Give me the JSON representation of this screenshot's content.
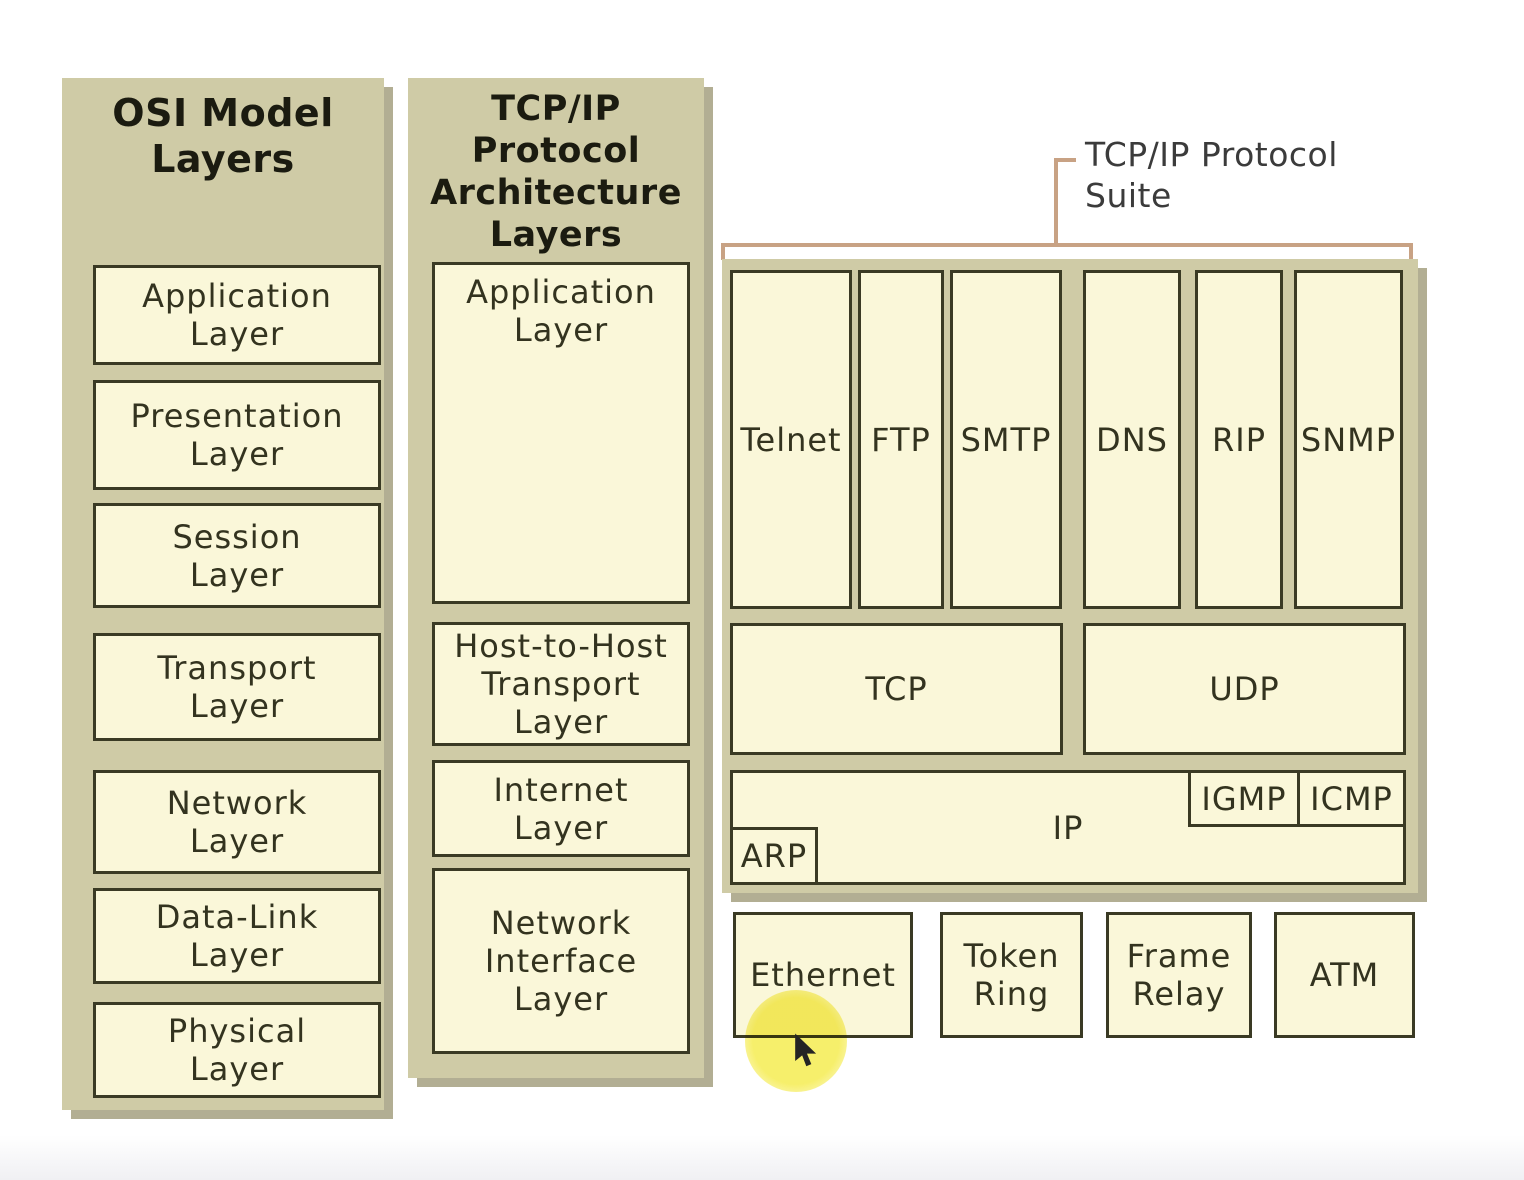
{
  "colors": {
    "panel_khaki": "#cfcba6",
    "box_fill": "#faf7d9",
    "box_border": "#3a3a24",
    "panel_shadow": "#b2ae93",
    "bracket_tan": "#c8a284",
    "highlight_yellow": "#f6ee63",
    "background": "#ffffff"
  },
  "osi_panel": {
    "title": "OSI Model\nLayers",
    "layers": [
      "Application\nLayer",
      "Presentation\nLayer",
      "Session\nLayer",
      "Transport\nLayer",
      "Network\nLayer",
      "Data-Link\nLayer",
      "Physical\nLayer"
    ]
  },
  "tcpip_panel": {
    "title": "TCP/IP\nProtocol\nArchitecture\nLayers",
    "layers": [
      "Application\nLayer",
      "Host-to-Host\nTransport\nLayer",
      "Internet\nLayer",
      "Network\nInterface\nLayer"
    ]
  },
  "protocol_suite": {
    "label": "TCP/IP Protocol\nSuite",
    "application_protocols": [
      "Telnet",
      "FTP",
      "SMTP",
      "DNS",
      "RIP",
      "SNMP"
    ],
    "transport_protocols": [
      "TCP",
      "UDP"
    ],
    "internet_protocols": {
      "ip": "IP",
      "igmp": "IGMP",
      "icmp": "ICMP",
      "arp": "ARP"
    }
  },
  "network_technologies": [
    "Ethernet",
    "Token\nRing",
    "Frame\nRelay",
    "ATM"
  ]
}
